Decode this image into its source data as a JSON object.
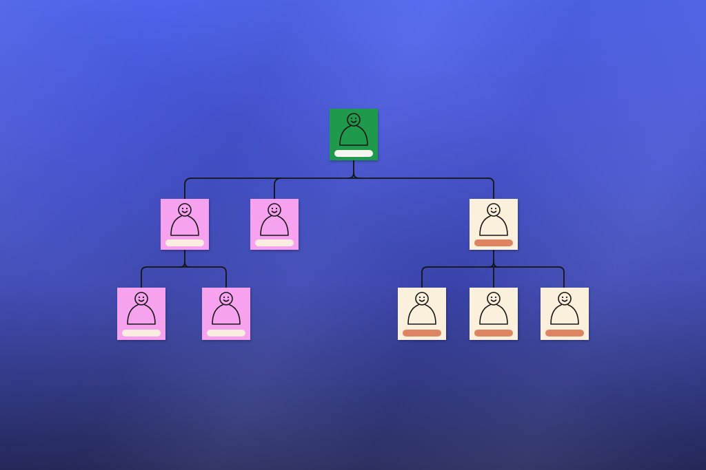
{
  "colors": {
    "root_card": "#1f9a4c",
    "root_bar": "#f4f6ef",
    "pink_card": "#f6a2ef",
    "pink_bar": "#fbeee0",
    "cream_card": "#fbf0dc",
    "cream_bar": "#de8462",
    "line": "#141414"
  },
  "org_chart": {
    "root": {
      "role": "root",
      "color": "root"
    },
    "branches": [
      {
        "head": {
          "role": "manager",
          "color": "pink"
        },
        "reports": [
          {
            "role": "member",
            "color": "pink"
          },
          {
            "role": "member",
            "color": "pink"
          }
        ]
      },
      {
        "head": {
          "role": "manager",
          "color": "pink"
        },
        "reports": []
      },
      {
        "head": {
          "role": "manager",
          "color": "cream"
        },
        "reports": [
          {
            "role": "member",
            "color": "cream"
          },
          {
            "role": "member",
            "color": "cream"
          },
          {
            "role": "member",
            "color": "cream"
          }
        ]
      }
    ]
  },
  "icons": {
    "card_figure": "person-icon",
    "card_label": "name-placeholder-bar"
  }
}
